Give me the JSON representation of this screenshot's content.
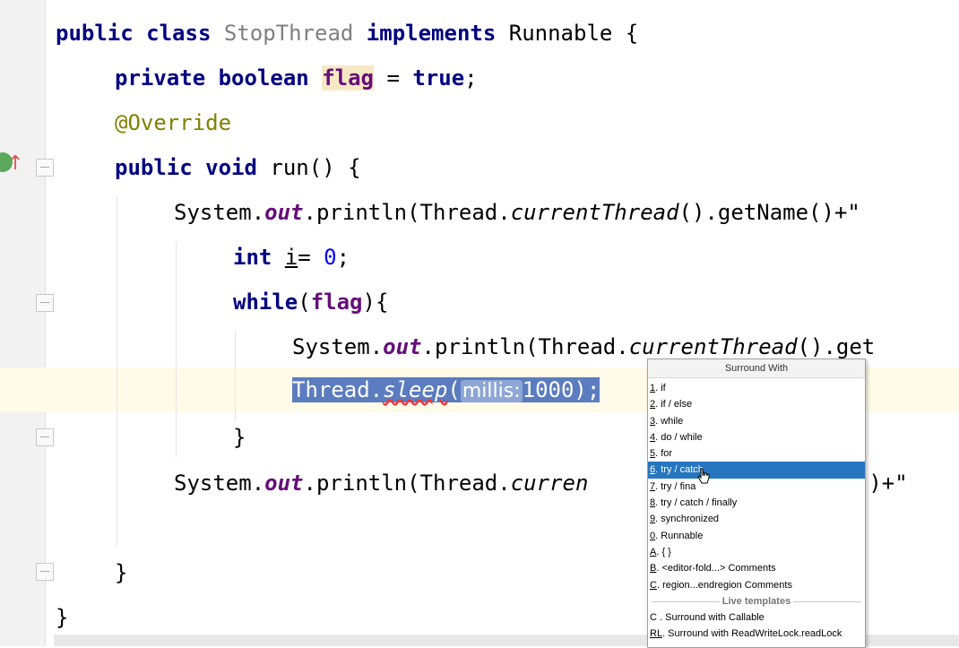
{
  "editor": {
    "lines": {
      "l1": {
        "kw1": "public class",
        "cls": "StopThread",
        "kw2": "implements",
        "rest": "Runnable {"
      },
      "l2": {
        "kw": "private boolean",
        "var": "flag",
        "eq": " = ",
        "val": "true",
        "end": ";"
      },
      "l3": {
        "ann": "@Override"
      },
      "l4": {
        "kw": "public void",
        "rest": "run() {"
      },
      "l5": {
        "p1": "System.",
        "fld": "out",
        "p2": ".println(Thread.",
        "it": "currentThread",
        "p3": "().getName()+\""
      },
      "l6": {
        "kw": "int",
        "var": "i",
        "eq": "= ",
        "num": "0",
        "end": ";"
      },
      "l7": {
        "kw": "while",
        "p1": "(",
        "fld": "flag",
        "p2": "){"
      },
      "l8": {
        "p1": "System.",
        "fld": "out",
        "p2": ".println(Thread.",
        "it": "currentThread",
        "p3": "().get"
      },
      "l9": {
        "p1": "Thread.",
        "it": "sleep",
        "p2": "(",
        "hint": "millis:",
        "num": "1000",
        "end": ");"
      },
      "l10": {
        "brace": "}"
      },
      "l11": {
        "p1": "System.",
        "fld": "out",
        "p2": ".println(Thread.",
        "it": "curren",
        "p3": "me()+\""
      },
      "l12": {
        "brace": "}"
      },
      "l13": {
        "brace": "}"
      }
    }
  },
  "popup": {
    "title": "Surround With",
    "items": [
      {
        "key": "1",
        "label": ". if"
      },
      {
        "key": "2",
        "label": ". if / else"
      },
      {
        "key": "3",
        "label": ". while"
      },
      {
        "key": "4",
        "label": ". do / while"
      },
      {
        "key": "5",
        "label": ". for"
      },
      {
        "key": "6",
        "label": ". try / catch"
      },
      {
        "key": "7",
        "label": ". try / fina"
      },
      {
        "key": "8",
        "label": ". try / catch / finally"
      },
      {
        "key": "9",
        "label": ". synchronized"
      },
      {
        "key": "0",
        "label": ". Runnable"
      },
      {
        "key": "A",
        "label": ". { }"
      },
      {
        "key": "B",
        "label": ". <editor-fold...> Comments"
      },
      {
        "key": "C",
        "label": ". region...endregion Comments"
      }
    ],
    "separator": "Live templates",
    "templates": [
      {
        "key": "C",
        "label": " . Surround with Callable"
      },
      {
        "key": "RL",
        "label": ". Surround with ReadWriteLock.readLock"
      }
    ],
    "active_index": 5
  },
  "colors": {
    "selection": "#5b7cbf",
    "popup_active": "#2675bf",
    "keyword": "#000080"
  }
}
